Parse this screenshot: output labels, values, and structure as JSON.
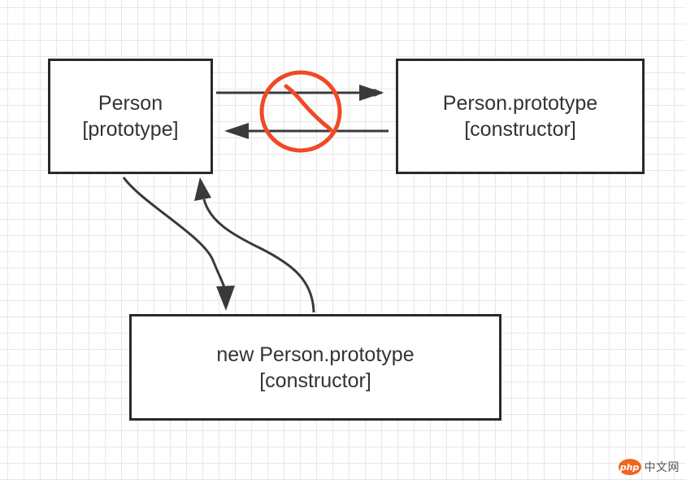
{
  "diagram": {
    "nodes": {
      "person": {
        "line1": "Person",
        "line2": "[prototype]"
      },
      "prototype": {
        "line1": "Person.prototype",
        "line2": "[constructor]"
      },
      "new_prototype": {
        "line1": "new Person.prototype",
        "line2": "[constructor]"
      }
    },
    "edges": [
      {
        "id": "person-to-prototype",
        "from": "person",
        "to": "prototype",
        "marked": "broken"
      },
      {
        "id": "prototype-to-person",
        "from": "prototype",
        "to": "person",
        "marked": "broken"
      },
      {
        "id": "person-to-new-prototype",
        "from": "person",
        "to": "new_prototype"
      },
      {
        "id": "new-prototype-to-person",
        "from": "new_prototype",
        "to": "person"
      }
    ],
    "annotation": {
      "type": "prohibited-sign",
      "color": "#f04a25"
    }
  },
  "colors": {
    "edge": "#3a3a3a",
    "node_border": "#2a2a2a",
    "node_text": "#333333",
    "grid": "#e7e7e7"
  },
  "watermark": {
    "logo_text": "php",
    "text": "中文网"
  }
}
